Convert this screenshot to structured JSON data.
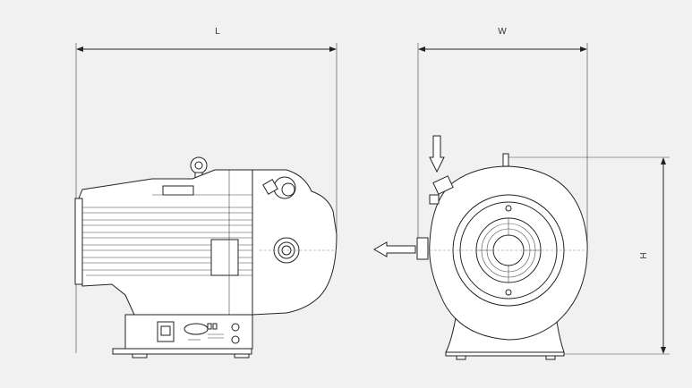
{
  "dimensions": {
    "length_label": "L",
    "width_label": "W",
    "height_label": "H"
  },
  "colors": {
    "background": "#f1f1f1",
    "line": "#222222",
    "fill": "#ffffff"
  }
}
